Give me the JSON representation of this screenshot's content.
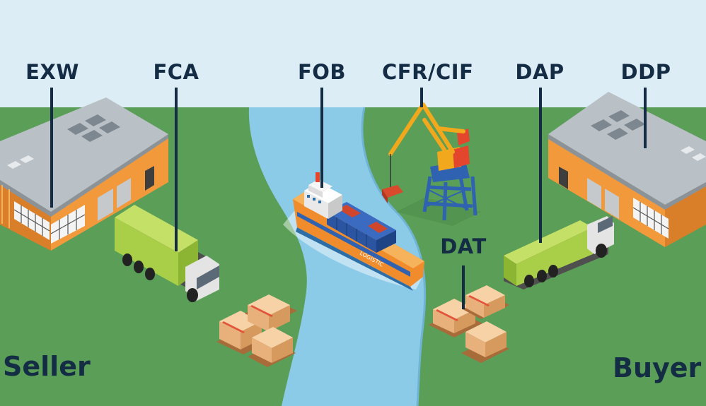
{
  "terms": {
    "exw": "EXW",
    "fca": "FCA",
    "fob": "FOB",
    "cfr_cif": "CFR/CIF",
    "dap": "DAP",
    "ddp": "DDP",
    "dat": "DAT"
  },
  "sides": {
    "seller": "Seller",
    "buyer": "Buyer"
  },
  "ship_text": "LOGISTIC",
  "colors": {
    "sky": "#dcedf6",
    "grass": "#5a9e57",
    "river": "#8ccbe8",
    "warehouse_wall": "#f29a3b",
    "roof": "#b9c0c6",
    "truck_cargo": "#a9cf48",
    "ship_hull": "#f08c2c",
    "crane": "#f2a81d",
    "label": "#142c44"
  }
}
